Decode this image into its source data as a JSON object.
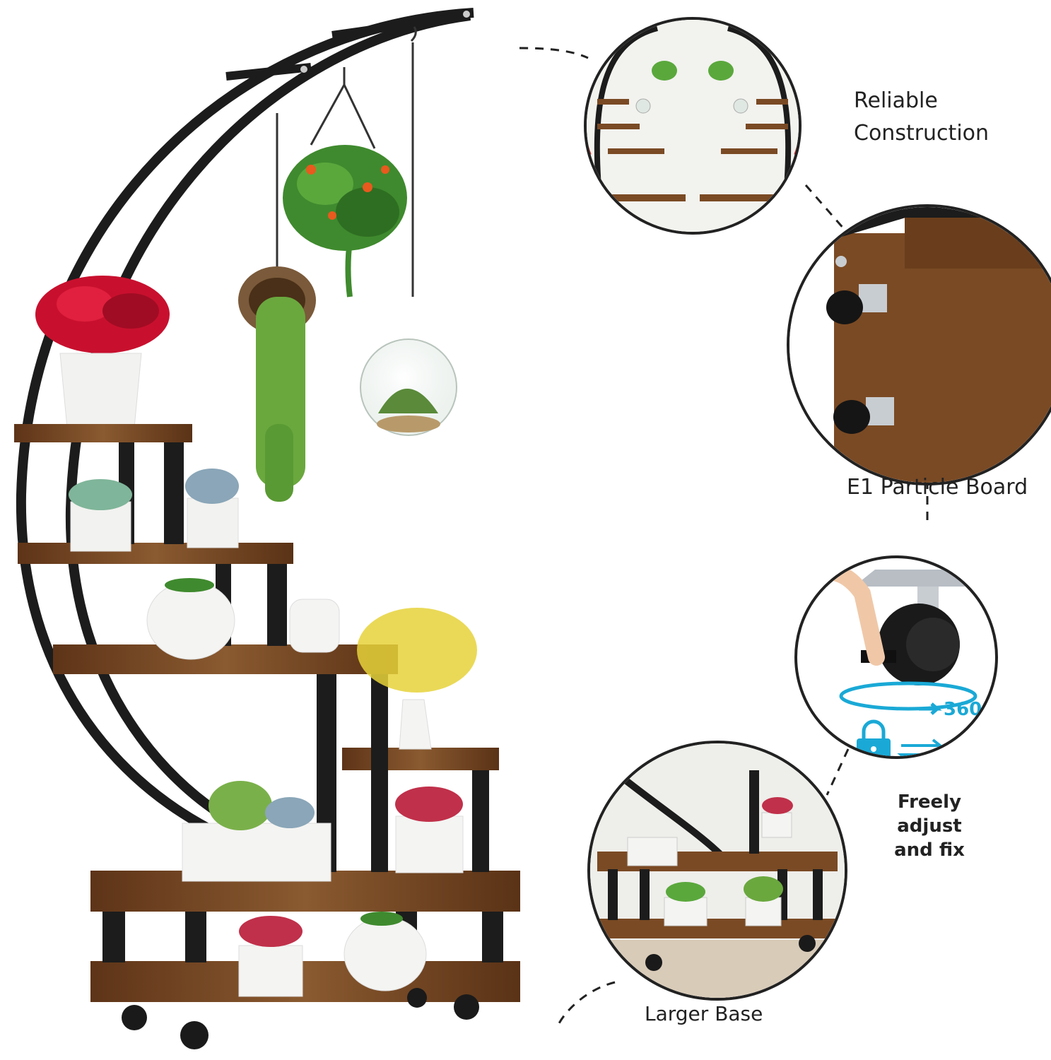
{
  "colors": {
    "frame": "#1c1c1c",
    "wood": "#7a4a24",
    "wood_dark": "#5a3418",
    "pot": "#f2f2f0",
    "accent_blue": "#1aa9d6",
    "red_rose": "#c8102e",
    "leaf": "#3f8a2e"
  },
  "features": {
    "reliable": {
      "line1": "Reliable",
      "line2": "Construction"
    },
    "board": {
      "label": "E1 Particle Board"
    },
    "wheel": {
      "line1": "Freely adjust",
      "line2": "and fix",
      "rotation": "360°"
    },
    "base": {
      "label": "Larger Base"
    }
  },
  "icons": [
    "hook-icon",
    "lock-icon",
    "unlock-icon",
    "swap-arrows-icon",
    "rotation-arrow-icon"
  ]
}
